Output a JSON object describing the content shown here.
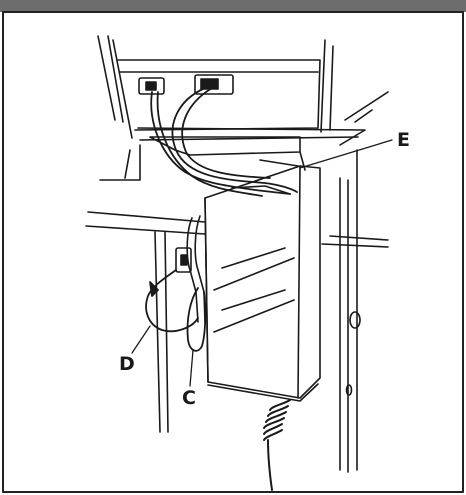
{
  "figure": {
    "header_bar_color": "#6d6d6d",
    "border_color": "#222222",
    "line_color": "#1a1a1a",
    "icons": [
      "wall-mount-outlet-icon",
      "power-supply-box-icon",
      "coiled-cable-icon",
      "cable-tie-icon"
    ]
  },
  "callouts": {
    "e": "E",
    "d": "D",
    "c": "C"
  }
}
